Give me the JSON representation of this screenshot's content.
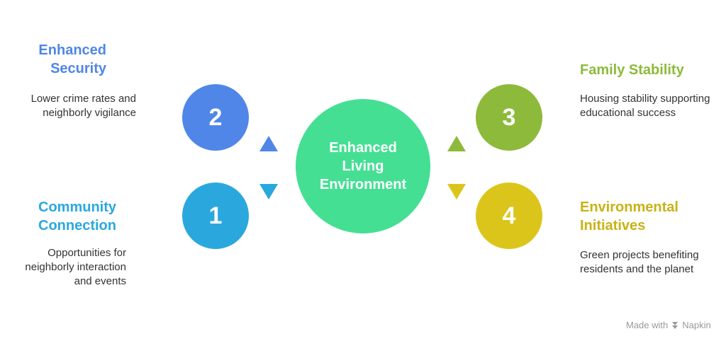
{
  "center": {
    "label": "Enhanced Living Environment",
    "color": "#45DF93"
  },
  "items": [
    {
      "number": "2",
      "title": "Enhanced Security",
      "description": "Lower crime rates and neighborly vigilance",
      "color": "#4F86E8"
    },
    {
      "number": "1",
      "title": "Community Connection",
      "description": "Opportunities for neighborly interaction and events",
      "color": "#2AA8DE"
    },
    {
      "number": "3",
      "title": "Family Stability",
      "description": "Housing stability supporting educational success",
      "color": "#8DBA3A"
    },
    {
      "number": "4",
      "title": "Environmental Initiatives",
      "description": "Green projects benefiting residents and the planet",
      "color": "#DCC51B"
    }
  ],
  "branding": {
    "made_with": "Made with",
    "brand": "Napkin",
    "icon": "napkin-icon"
  }
}
